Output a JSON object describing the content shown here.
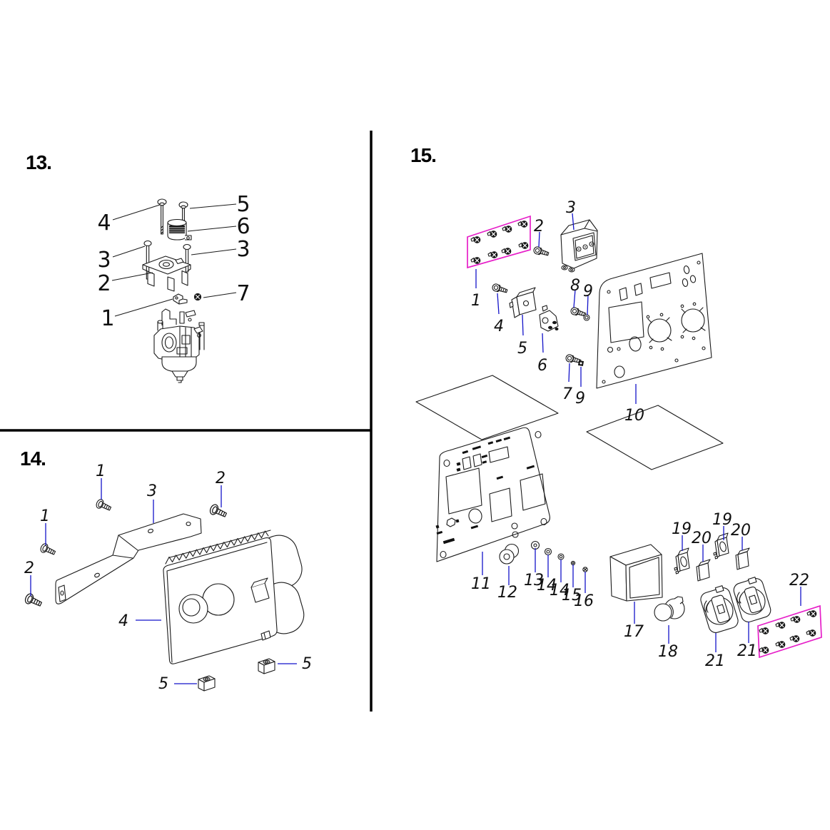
{
  "page": {
    "colors": {
      "line": "#1a1a1a",
      "leader": "#1313c9",
      "highlight": "#e61ec8",
      "background": "#ffffff"
    }
  },
  "sections": {
    "s13": {
      "title": "13.",
      "callouts": {
        "c1": "1",
        "c2": "2",
        "c3l": "3",
        "c3r": "3",
        "c4": "4",
        "c5": "5",
        "c6": "6",
        "c7": "7"
      }
    },
    "s14": {
      "title": "14.",
      "callouts": {
        "c1t": "1",
        "c1l": "1",
        "c2r": "2",
        "c2l": "2",
        "c3": "3",
        "c4": "4",
        "c5a": "5",
        "c5b": "5"
      }
    },
    "s15": {
      "title": "15.",
      "callouts": {
        "c1": "1",
        "c2": "2",
        "c3": "3",
        "c4": "4",
        "c5": "5",
        "c6": "6",
        "c7": "7",
        "c8": "8",
        "c9a": "9",
        "c9b": "9",
        "c10": "10",
        "c11": "11",
        "c12": "12",
        "c13": "13",
        "c14a": "14",
        "c14b": "14",
        "c15": "15",
        "c16": "16",
        "c17": "17",
        "c18": "18",
        "c19a": "19",
        "c19b": "19",
        "c20a": "20",
        "c20b": "20",
        "c21a": "21",
        "c21b": "21",
        "c22": "22"
      }
    }
  }
}
